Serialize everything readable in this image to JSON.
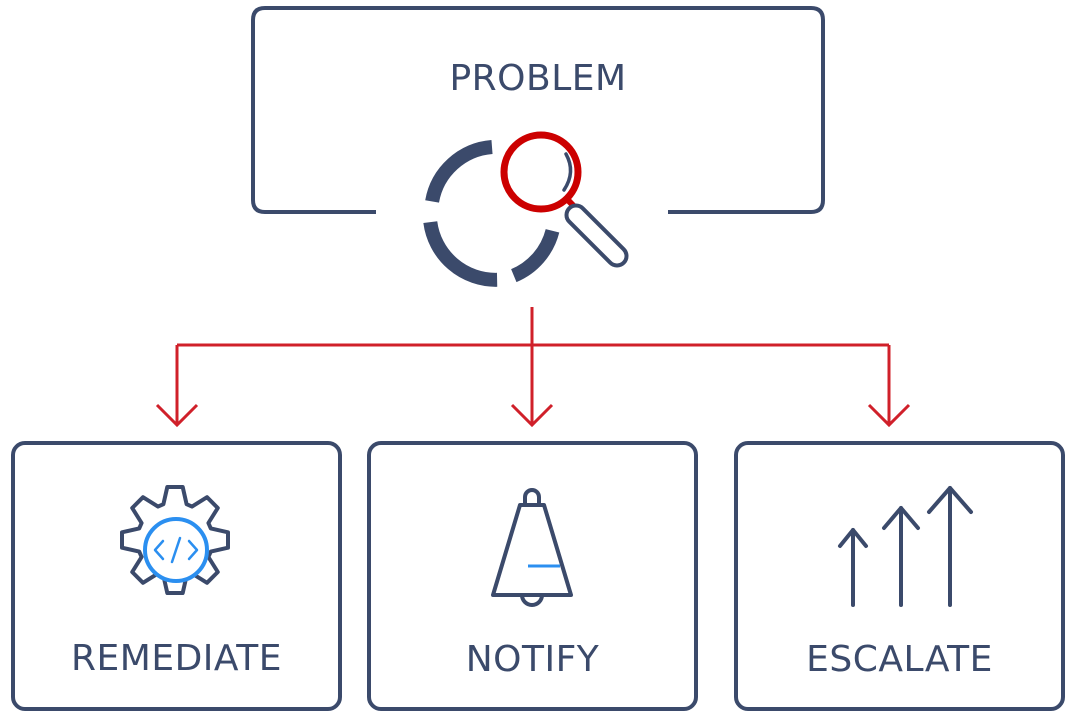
{
  "nodes": {
    "problem": {
      "label": "PROBLEM",
      "icon": "cycle-magnifier-icon"
    },
    "remediate": {
      "label": "REMEDIATE",
      "icon": "gear-code-icon"
    },
    "notify": {
      "label": "NOTIFY",
      "icon": "bell-icon"
    },
    "escalate": {
      "label": "ESCALATE",
      "icon": "up-arrows-icon"
    }
  },
  "colors": {
    "stroke": "#3b4a6b",
    "connector": "#d0202a",
    "accent_blue": "#2b8ff0",
    "magnifier": "#cc0000",
    "background": "#ffffff"
  }
}
